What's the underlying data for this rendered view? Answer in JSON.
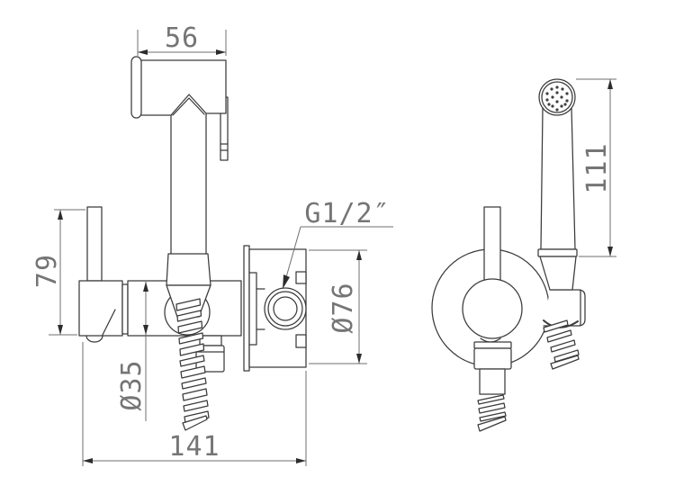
{
  "drawing": {
    "type": "technical-dimension-drawing",
    "subject": "wall-mounted bidet shower set with shut-off valve, hand sprayer and hose",
    "colors": {
      "background": "#ffffff",
      "object_line": "#3a3a3a",
      "dimension_line": "#6f6f6f",
      "dimension_text": "#757575",
      "arrowhead": "#2c2c2c"
    },
    "dims": {
      "head_width": "56",
      "body_height": "79",
      "valve_diameter": "Ø35",
      "overall_width": "141",
      "inlet_thread": "G1/2″",
      "flange_diameter": "Ø76",
      "handset_length": "111"
    }
  }
}
